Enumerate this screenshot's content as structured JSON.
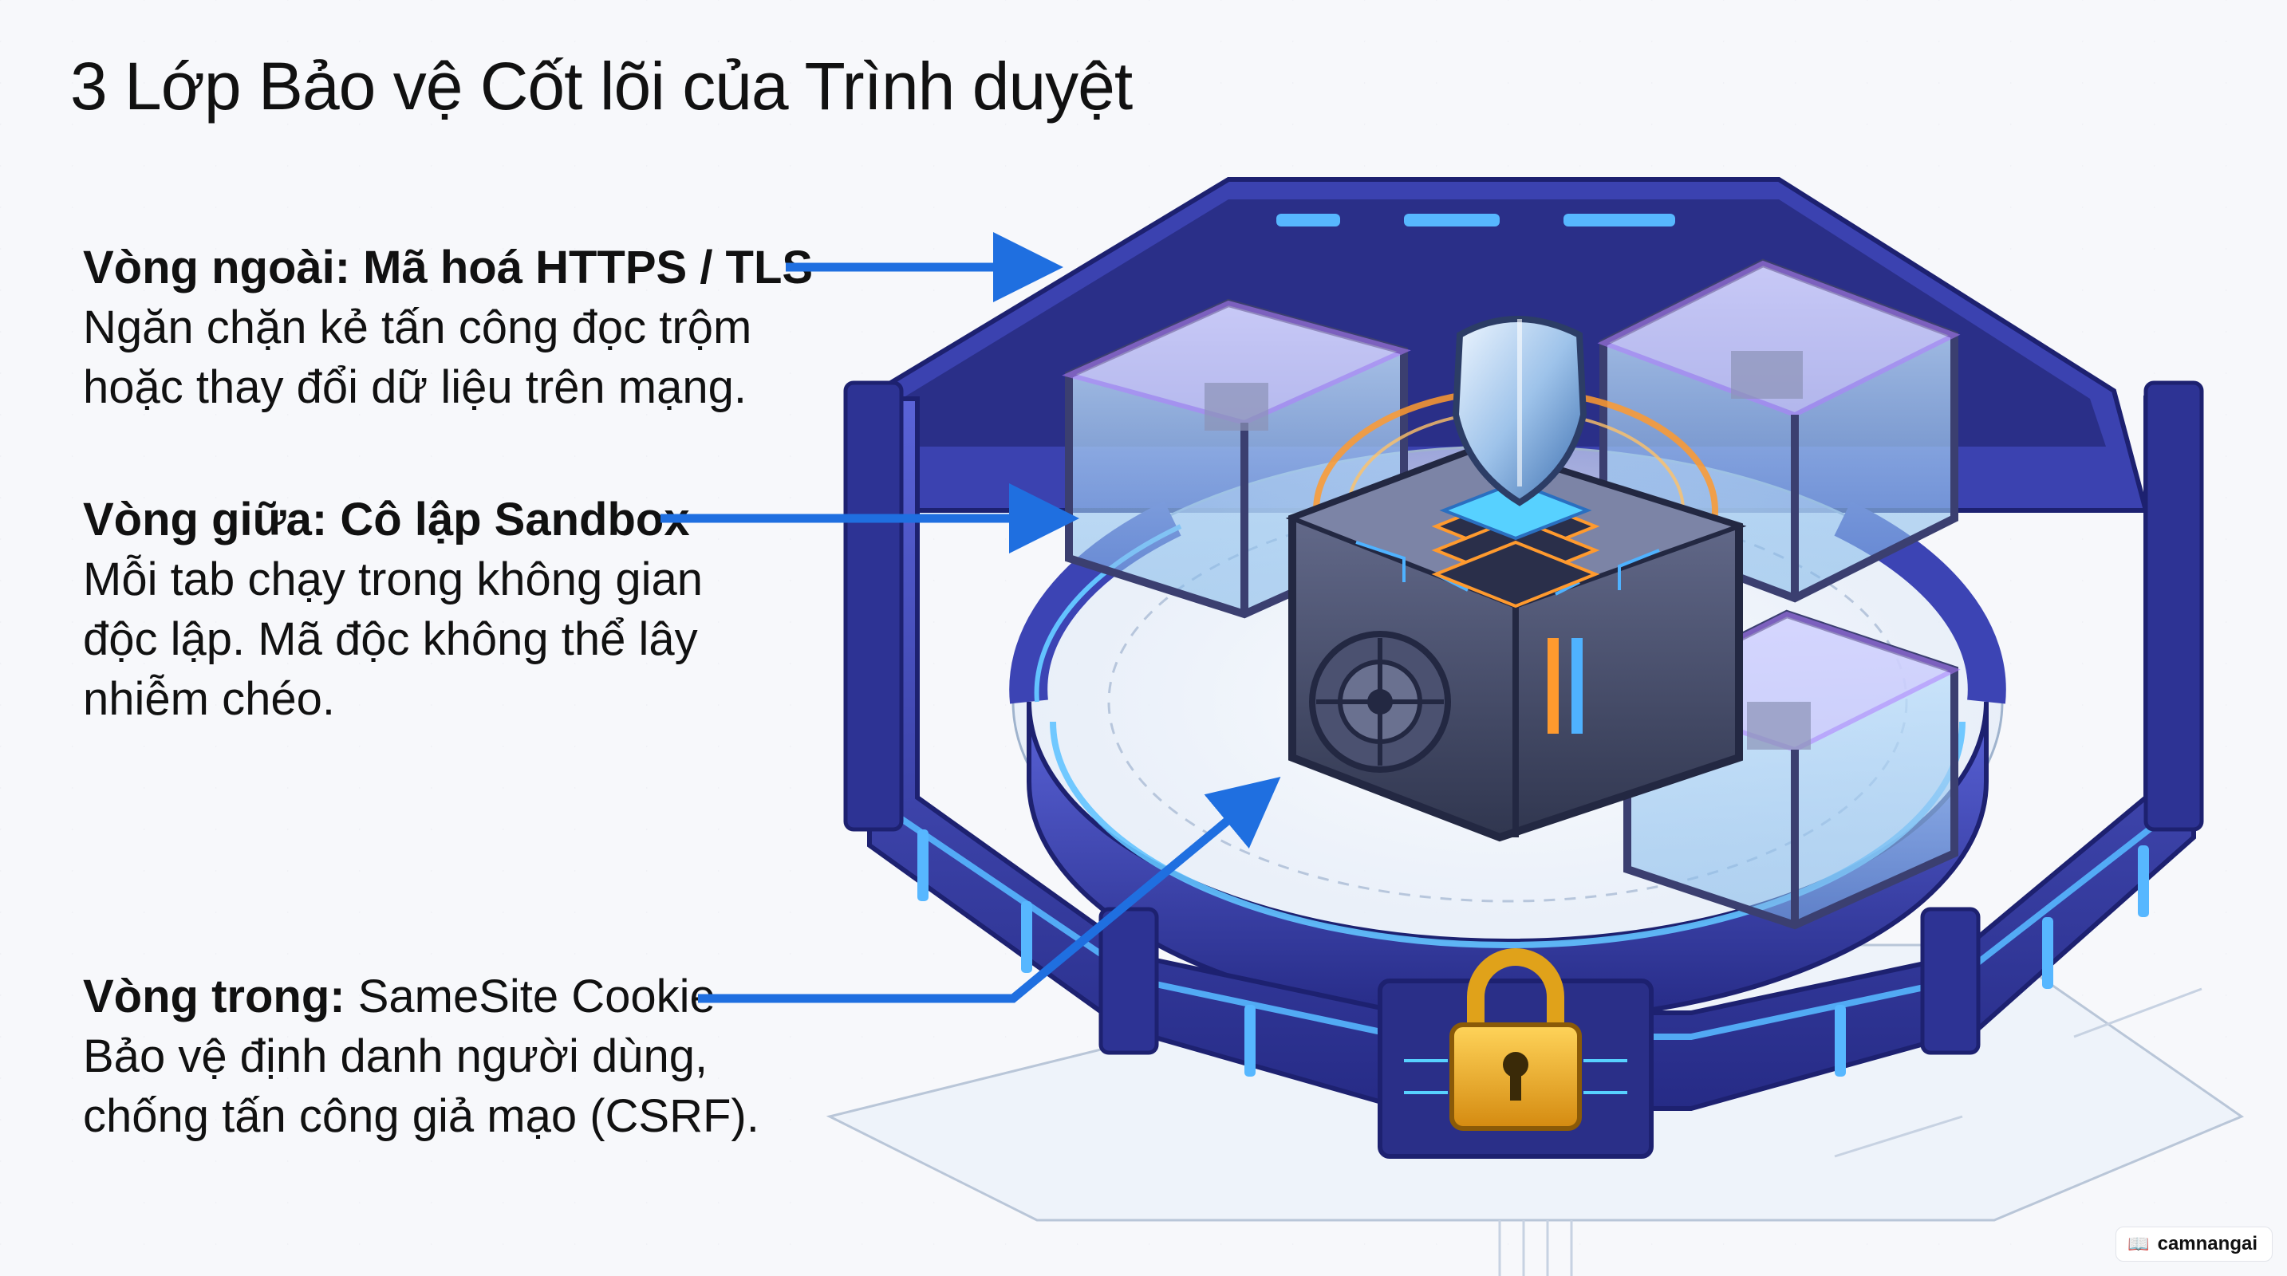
{
  "title": "3 Lớp Bảo vệ Cốt lõi của Trình duyệt",
  "layers": {
    "outer": {
      "head_bold": "Vòng ngoài: Mã hoá HTTPS / TLS",
      "head_rest": "",
      "desc_lines": [
        "Ngăn chặn kẻ tấn công đọc trộm",
        "hoặc thay đổi dữ liệu trên mạng."
      ]
    },
    "middle": {
      "head_bold": "Vòng giữa: Cô lập Sandbox",
      "head_rest": "",
      "desc_lines": [
        "Mỗi tab chạy trong không gian",
        "độc lập. Mã độc không thể lây",
        "nhiễm chéo."
      ]
    },
    "inner": {
      "head_bold": "Vòng trong:",
      "head_rest": " SameSite Cookie",
      "desc_lines": [
        "Bảo vệ định danh người dùng,",
        "chống tấn công giả mạo (CSRF)."
      ]
    }
  },
  "watermark": {
    "text": "camnangai",
    "icon": "book-icon"
  },
  "colors": {
    "arrow": "#1f6fe0",
    "wall": "#3d44b8",
    "wall_dark": "#252a7a",
    "glow": "#4fb2ff",
    "purple": "#b27cff",
    "orange": "#ff9a2e",
    "gold": "#f1b21f"
  }
}
